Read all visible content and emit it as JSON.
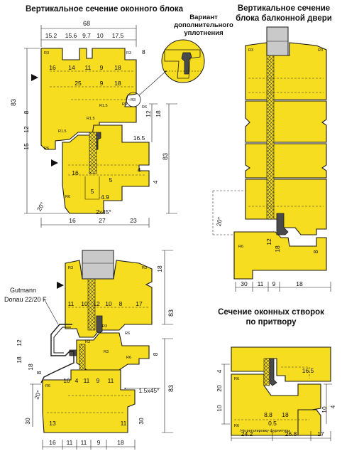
{
  "titles": {
    "window_vertical": "Вертикальное сечение оконного блока",
    "balcony_vertical": "Вертикальное сечение блока балконной двери",
    "balcony_vertical_lines": [
      "Вертикальное сечение",
      "блока балконной двери"
    ],
    "sash_section": "Сечение оконных створок по притвору",
    "sash_section_lines": [
      "Сечение оконных створок",
      "по притвору"
    ],
    "seal_variant": "Вариант дополнительного уплотнения",
    "seal_variant_lines": [
      "Вариант",
      "дополнительного",
      "уплотнения"
    ]
  },
  "labels": {
    "gutmann": "Gutmann",
    "donau": "Donau 22/20 F",
    "chamfer_2x45": "2x45°",
    "chamfer_15x45": "1.5x45°",
    "angle_20": "20°",
    "on_request": "На регулировку фурнитуры"
  },
  "window_dims": {
    "top_total": "68",
    "top_parts": [
      "15.2",
      "15.6",
      "9.7",
      "10",
      "17.5"
    ],
    "right_8": "8",
    "row1": [
      "16",
      "14",
      "11",
      "9",
      "18"
    ],
    "row2": [
      "25",
      "9",
      "18"
    ],
    "left_83": "83",
    "left_parts": [
      "8",
      "12",
      "15"
    ],
    "right_parts": [
      "12",
      "18"
    ],
    "right_83": "83",
    "mid_16_5": "16.5",
    "row_16": "16",
    "row_4": "4",
    "row_5a": "5",
    "row_5b": "5",
    "row_4_9": "4.9",
    "right_4": "4",
    "bottom": [
      "16",
      "27",
      "23"
    ],
    "radii": [
      "R3",
      "R3",
      "R3",
      "R1.5",
      "R1.5",
      "R3",
      "R6",
      "R1.5",
      "R6",
      "R6"
    ]
  },
  "balcony_dims": {
    "angle": "20°",
    "dims_12": "12",
    "dims_18": "18",
    "dims_8": "8",
    "bottom": [
      "30",
      "11",
      "9",
      "18"
    ],
    "radii": [
      "R6",
      "R3",
      "R3"
    ]
  },
  "lower_dims": {
    "right_18": "18",
    "row1": [
      "11",
      "10",
      "12",
      "10",
      "8",
      "17"
    ],
    "right_83": "83",
    "left_12": "12",
    "left_18": "18",
    "left_18b": "18",
    "left_8": "8",
    "row2": [
      "10",
      "4",
      "11",
      "9",
      "11"
    ],
    "right_8": "8",
    "right_83b": "83",
    "left_30": "30",
    "row_13": "13",
    "row_11": "11",
    "left_30b": "30",
    "bottom": [
      "16",
      "11",
      "11",
      "9",
      "18"
    ],
    "radii": [
      "R3",
      "R3",
      "R3",
      "R6",
      "R6",
      "R6",
      "R3",
      "R3"
    ]
  },
  "sash_dims": {
    "left_4": "4",
    "left_20": "20",
    "left_10": "10",
    "right_16_5": "16.5",
    "right_4": "4",
    "right_10": "10",
    "row_a": [
      "8.8",
      "18"
    ],
    "row_b": "0.5",
    "bottom": [
      "24.2",
      "26.8",
      "17"
    ],
    "radii": [
      "R6",
      "R6"
    ]
  },
  "colors": {
    "wood": "#f7dd1f",
    "glass": "#c9c9c9",
    "outline": "#1a1a1a"
  }
}
